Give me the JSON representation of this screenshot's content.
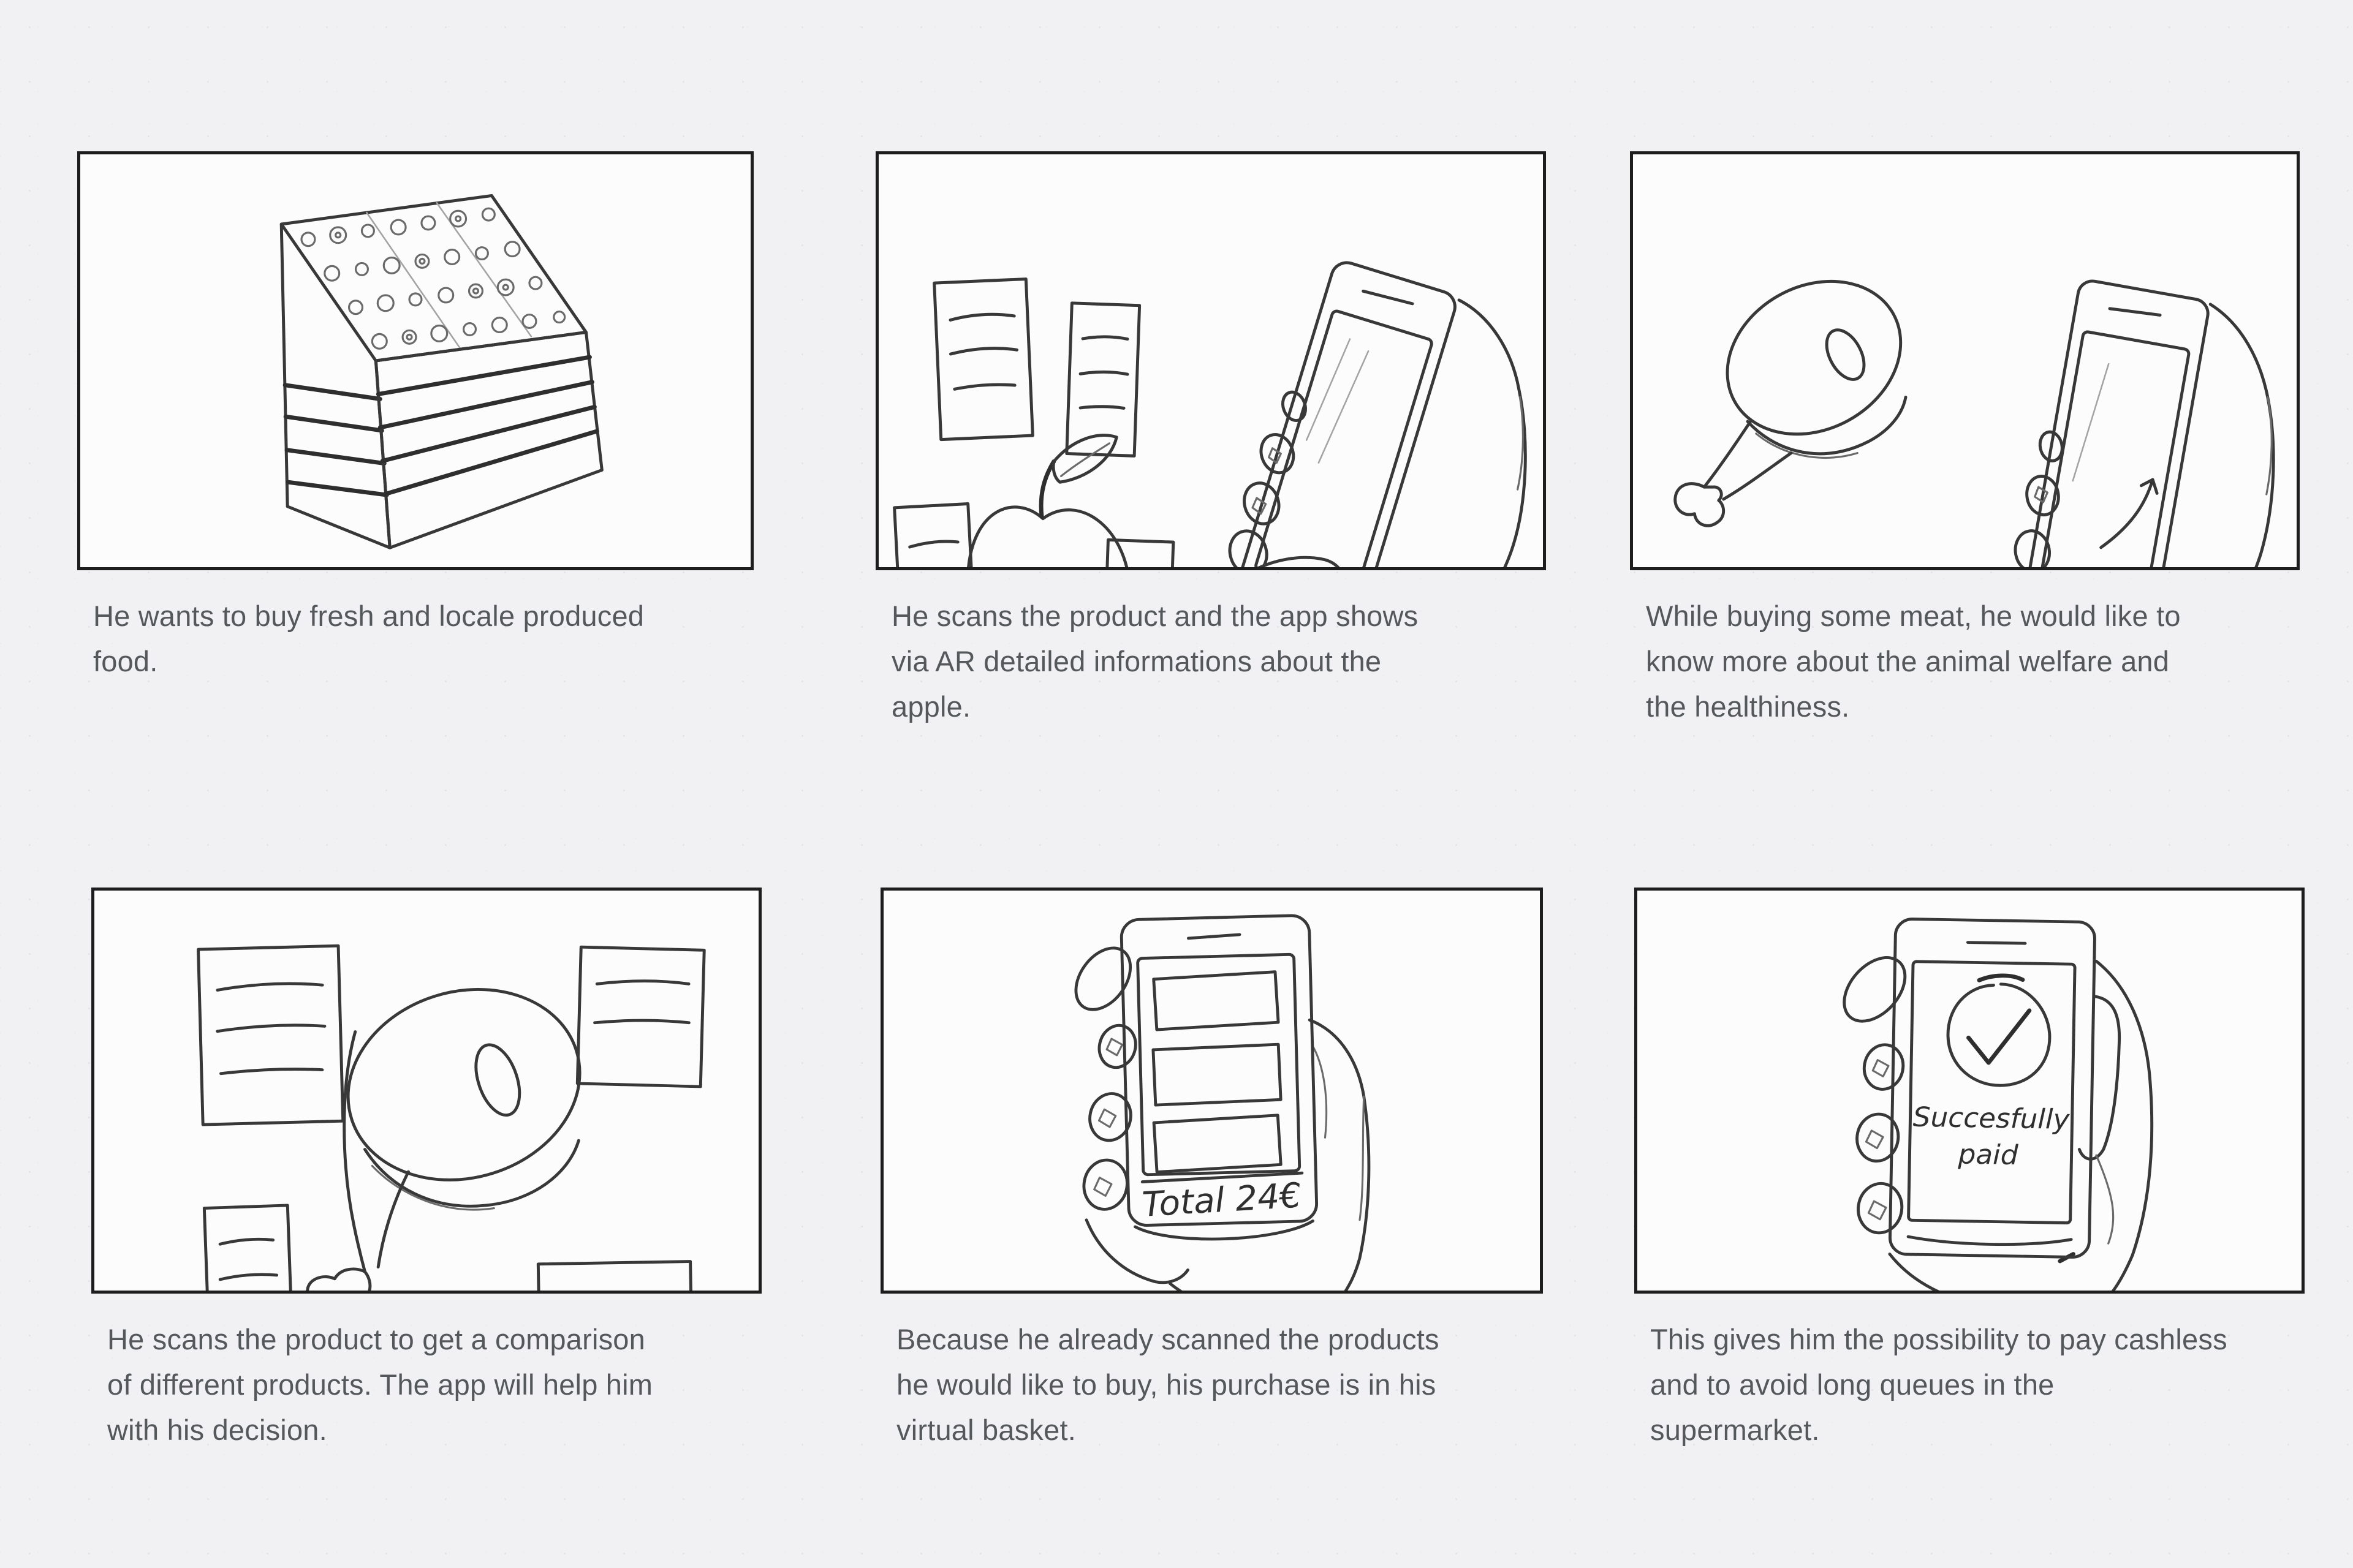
{
  "page": {
    "background": "#f1f1f3",
    "panel_background": "#fcfcfc",
    "panel_border_color": "#1d1d1d",
    "caption_color": "#55585b",
    "sketch_ink_color": "#383838"
  },
  "storyboard": {
    "panels": [
      {
        "id": "panel-1",
        "sketch": "produce-display-stand",
        "description": "Sketch of a sloped supermarket produce display bin filled with round fruits, striped side panels",
        "caption_lines": [
          "He wants to buy fresh and locale produced",
          "food."
        ]
      },
      {
        "id": "panel-2",
        "sketch": "apple-with-ar-cards-and-phone",
        "description": "Sketch of an apple surrounded by four AR info cards and a hand holding a smartphone scanning it",
        "caption_lines": [
          "He scans the product and the app shows",
          "via AR detailed informations about the",
          "apple."
        ]
      },
      {
        "id": "panel-3",
        "sketch": "meat-leg-and-phone",
        "description": "Sketch of a ham leg with bone and a hand holding a smartphone scanning it",
        "caption_lines": [
          "While buying some meat, he would like to",
          "know more about the animal welfare and",
          "the healthiness."
        ]
      },
      {
        "id": "panel-4",
        "sketch": "meat-leg-with-comparison-cards",
        "description": "Sketch of a ham leg surrounded by four comparison info cards",
        "caption_lines": [
          "He scans the product to get a comparison",
          "of different products. The app will help him",
          "with his decision."
        ]
      },
      {
        "id": "panel-5",
        "sketch": "phone-virtual-basket",
        "description": "Sketch of a hand holding a smartphone showing a list of basket items and the total",
        "screen_text": "Total 24€",
        "caption_lines": [
          "Because he already scanned the products",
          "he would like to buy, his purchase is in his",
          "virtual basket."
        ]
      },
      {
        "id": "panel-6",
        "sketch": "phone-payment-success",
        "description": "Sketch of a hand holding a smartphone with a check mark and payment confirmation",
        "screen_text_line1": "Succesfully",
        "screen_text_line2": "paid",
        "caption_lines": [
          "This gives him the possibility to pay cashless",
          "and to avoid long queues in the",
          "supermarket."
        ]
      }
    ]
  }
}
